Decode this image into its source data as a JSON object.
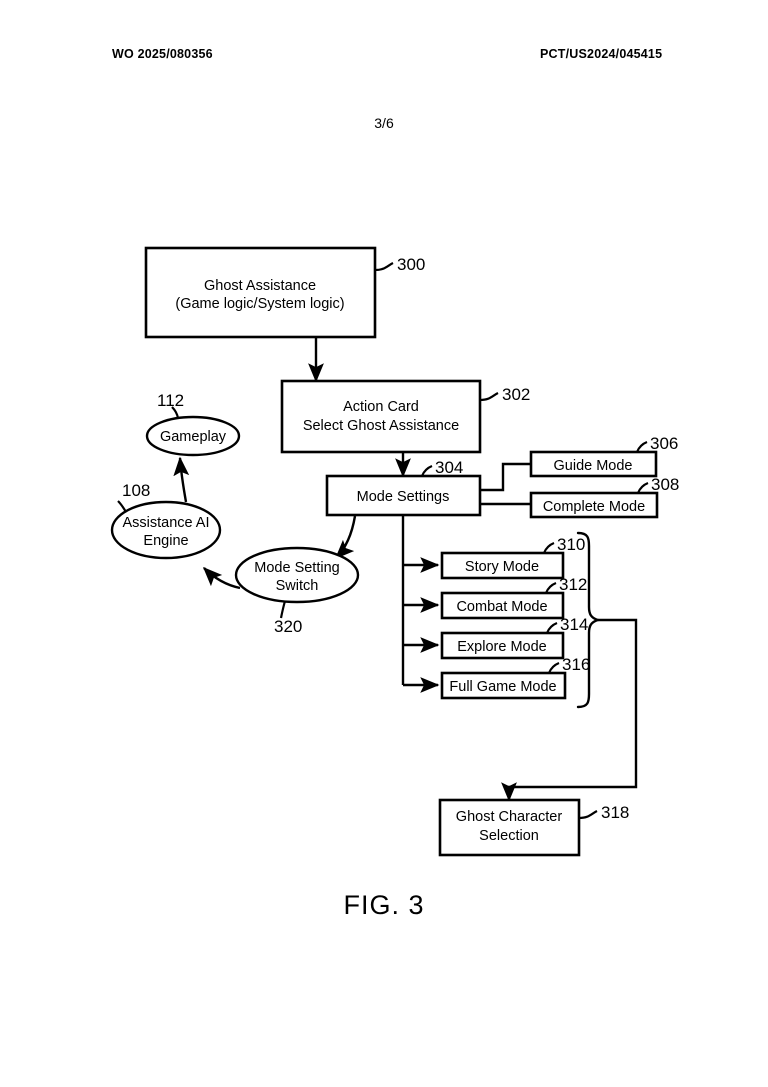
{
  "header": {
    "publication_number": "WO 2025/080356",
    "application_number": "PCT/US2024/045415"
  },
  "page_number": "3/6",
  "figure_caption": "FIG. 3",
  "colors": {
    "ink": "#000000",
    "background": "#ffffff"
  },
  "diagram": {
    "nodes": [
      {
        "id": "300",
        "ref": "300",
        "shape": "rect",
        "line1": "Ghost Assistance",
        "line2": "(Game logic/System logic)"
      },
      {
        "id": "302",
        "ref": "302",
        "shape": "rect",
        "line1": "Action Card",
        "line2": "Select Ghost Assistance"
      },
      {
        "id": "304",
        "ref": "304",
        "shape": "rect",
        "line1": "Mode Settings",
        "line2": ""
      },
      {
        "id": "306",
        "ref": "306",
        "shape": "rect",
        "line1": "Guide Mode",
        "line2": ""
      },
      {
        "id": "308",
        "ref": "308",
        "shape": "rect",
        "line1": "Complete Mode",
        "line2": ""
      },
      {
        "id": "310",
        "ref": "310",
        "shape": "rect",
        "line1": "Story Mode",
        "line2": ""
      },
      {
        "id": "312",
        "ref": "312",
        "shape": "rect",
        "line1": "Combat Mode",
        "line2": ""
      },
      {
        "id": "314",
        "ref": "314",
        "shape": "rect",
        "line1": "Explore Mode",
        "line2": ""
      },
      {
        "id": "316",
        "ref": "316",
        "shape": "rect",
        "line1": "Full Game Mode",
        "line2": ""
      },
      {
        "id": "318",
        "ref": "318",
        "shape": "rect",
        "line1": "Ghost Character",
        "line2": "Selection"
      },
      {
        "id": "112",
        "ref": "112",
        "shape": "ellipse",
        "line1": "Gameplay",
        "line2": ""
      },
      {
        "id": "108",
        "ref": "108",
        "shape": "ellipse",
        "line1": "Assistance AI",
        "line2": "Engine"
      },
      {
        "id": "320",
        "ref": "320",
        "shape": "ellipse",
        "line1": "Mode Setting",
        "line2": "Switch"
      }
    ]
  }
}
